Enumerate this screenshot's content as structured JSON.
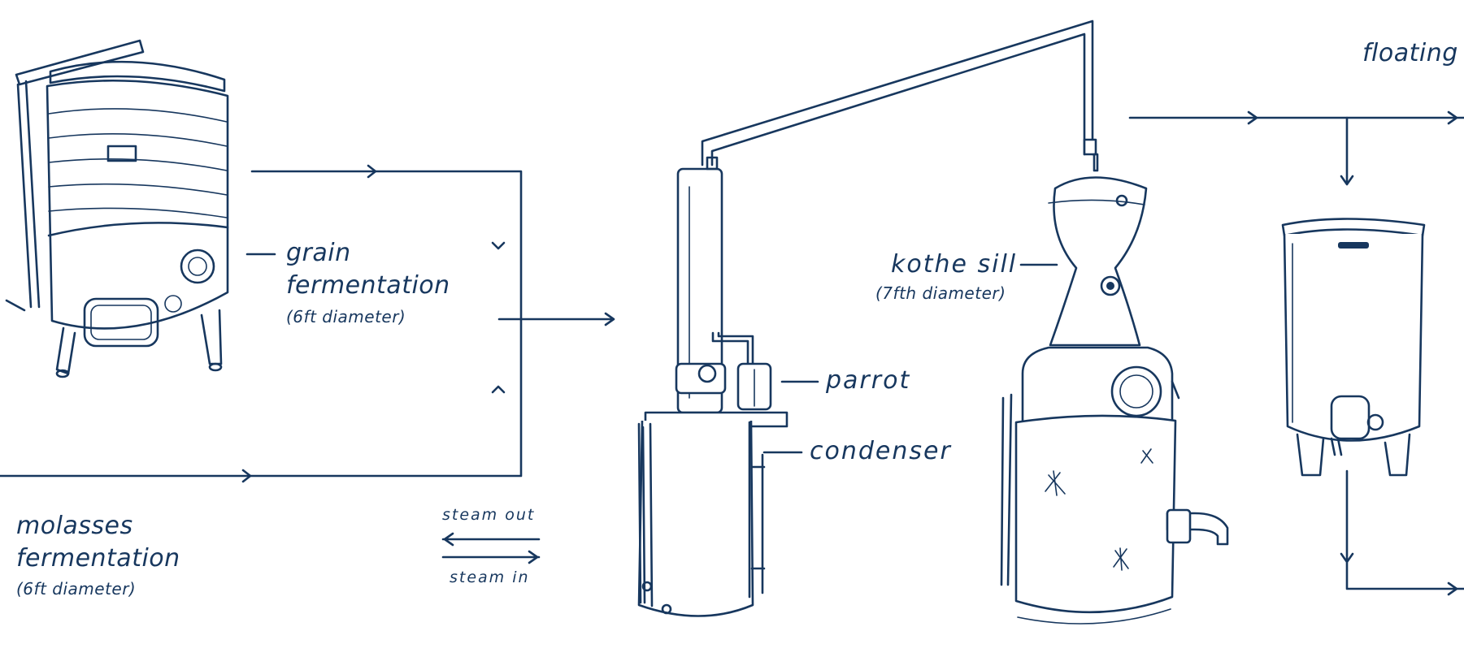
{
  "labels": {
    "grain_title_1": "grain",
    "grain_title_2": "fermentation",
    "grain_sub": "(6ft diameter)",
    "molasses_title_1": "molasses",
    "molasses_title_2": "fermentation",
    "molasses_sub": "(6ft diameter)",
    "steam_out": "steam out",
    "steam_in": "steam in",
    "parrot": "parrot",
    "condenser": "condenser",
    "kothe_title": "kothe sill",
    "kothe_sub": "(7fth diameter)",
    "floating": "floating"
  },
  "colors": {
    "ink": "#17375e",
    "paper": "#ffffff"
  }
}
